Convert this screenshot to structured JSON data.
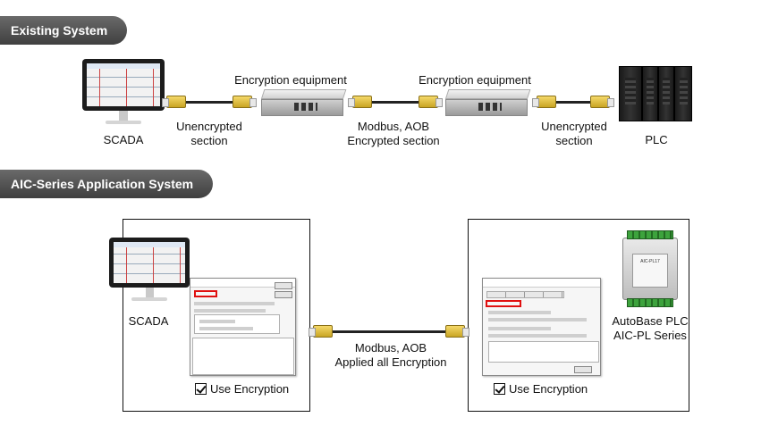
{
  "sections": {
    "existing": "Existing System",
    "aic": "AIC-Series Application System"
  },
  "existing": {
    "scada": "SCADA",
    "unenc_left_1": "Unencrypted",
    "unenc_left_2": "section",
    "equip_left": "Encryption equipment",
    "equip_right": "Encryption equipment",
    "modbus_1": "Modbus, AOB",
    "modbus_2": "Encrypted section",
    "unenc_right_1": "Unencrypted",
    "unenc_right_2": "section",
    "plc": "PLC"
  },
  "aic": {
    "scada": "SCADA",
    "modbus_1": "Modbus, AOB",
    "modbus_2": "Applied all Encryption",
    "plc_1": "AutoBase PLC",
    "plc_2": "AIC-PL Series",
    "use_enc_left": "Use Encryption",
    "use_enc_right": "Use Encryption",
    "device_model": "AIC-PL17"
  },
  "icons": [
    "monitor-icon",
    "encryption-device-icon",
    "ethernet-cable-icon",
    "plc-rack-icon",
    "aic-plc-icon",
    "checkbox-checked-icon"
  ]
}
